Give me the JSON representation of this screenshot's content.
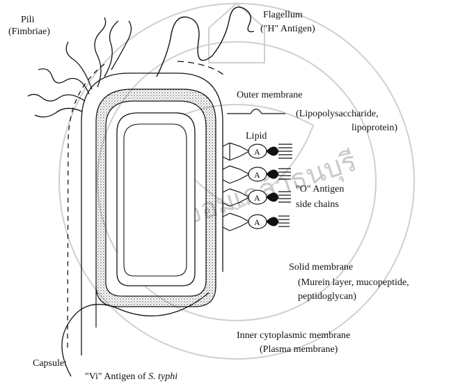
{
  "labels": {
    "pili": "Pili",
    "fimbriae": "(Fimbriae)",
    "flagellum": "Flagellum",
    "h_antigen": "(\"H\" Antigen)",
    "outer_membrane": "Outer membrane",
    "lps": "(Lipopolysaccharide,",
    "lipoprotein": "lipoprotein)",
    "lipid": "Lipid",
    "o_antigen": "\"O\" Antigen",
    "side_chains": "side chains",
    "solid_membrane": "Solid membrane",
    "murein": "(Murein layer, mucopeptide,",
    "peptidoglycan": "peptidoglycan)",
    "inner_membrane": "Inner cytoplasmic membrane",
    "plasma_membrane": "(Plasma membrane)",
    "capsule": "Capsule:",
    "vi_antigen_prefix": "\"Vi\" Antigen of ",
    "vi_antigen_species": "S. typhi"
  },
  "lipid_marker": "A",
  "watermark": {
    "text": "พระจอมเกล้าธนบุรี",
    "color": "#c9c9c9"
  },
  "colors": {
    "ink": "#111111",
    "background": "#ffffff"
  }
}
